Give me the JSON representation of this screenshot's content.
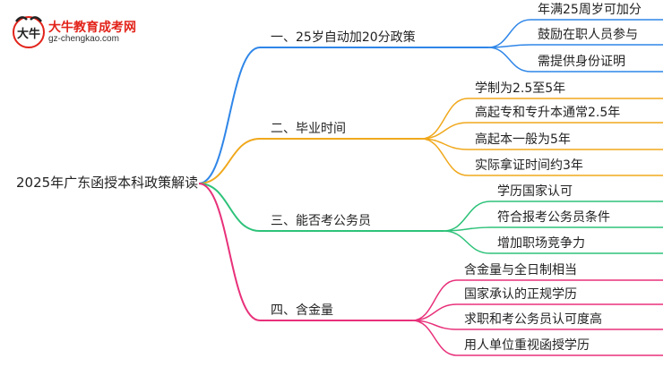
{
  "logo": {
    "title": "大牛教育成考网",
    "url": "gz-chengkao.com",
    "mark_text": "大牛"
  },
  "mindmap": {
    "root": "2025年广东函授本科政策解读",
    "branches": [
      {
        "label": "一、25岁自动加20分政策",
        "color": "#2f86e8",
        "children": [
          "年满25周岁可加分",
          "鼓励在职人员参与",
          "需提供身份证明"
        ]
      },
      {
        "label": "二、毕业时间",
        "color": "#f0a81c",
        "children": [
          "学制为2.5至5年",
          "高起专和专升本通常2.5年",
          "高起本一般为5年",
          "实际拿证时间约3年"
        ]
      },
      {
        "label": "三、能否考公务员",
        "color": "#2ec27a",
        "children": [
          "学历国家认可",
          "符合报考公务员条件",
          "增加职场竞争力"
        ]
      },
      {
        "label": "四、含金量",
        "color": "#e8317a",
        "children": [
          "含金量与全日制相当",
          "国家承认的正规学历",
          "求职和考公务员认可度高",
          "用人单位重视函授学历"
        ]
      }
    ]
  }
}
